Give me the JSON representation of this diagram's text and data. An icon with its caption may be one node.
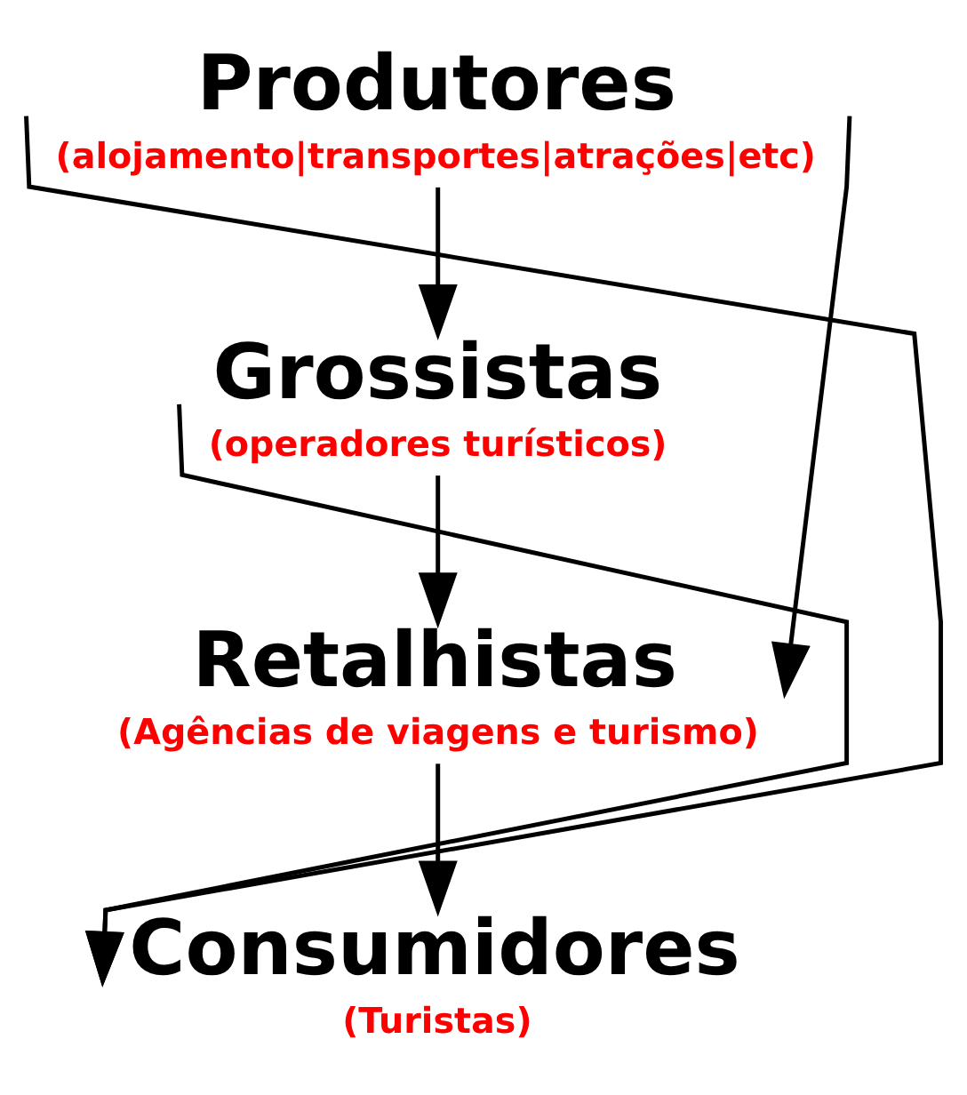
{
  "diagram": {
    "nodes": [
      {
        "text": [
          "Produtores",
          "(alojamento|transportes|atrações|etc)"
        ]
      },
      {
        "text": [
          "Grossistas",
          "(operadores turísticos)"
        ]
      },
      {
        "text": [
          "Retalhistas",
          "(Agências de viagens e turismo)"
        ]
      },
      {
        "text": [
          "Consumidores",
          "(Turistas)"
        ]
      }
    ],
    "edges": [
      {
        "from": 0,
        "to": 1,
        "arrow": "to"
      },
      {
        "from": 1,
        "to": 2,
        "arrow": "to"
      },
      {
        "from": 2,
        "to": 3,
        "arrow": "to"
      },
      {
        "from": 1,
        "to": 3,
        "arrow": "to"
      },
      {
        "from": 0,
        "to": 3,
        "arrow": "to"
      },
      {
        "from": 0,
        "to": 2,
        "arrow": "to"
      }
    ]
  }
}
